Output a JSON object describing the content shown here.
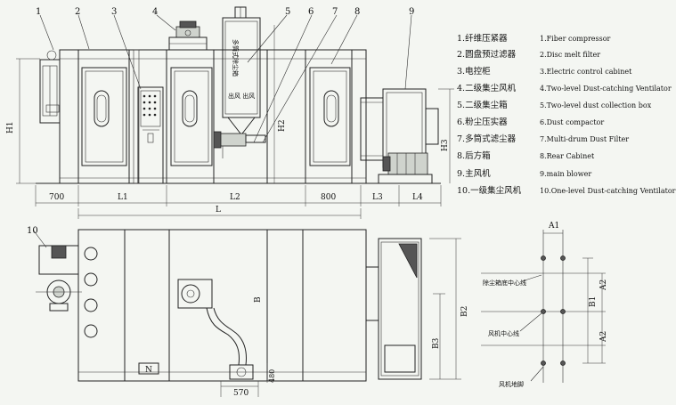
{
  "part_numbers": [
    "1",
    "2",
    "3",
    "4",
    "5",
    "6",
    "7",
    "8",
    "9",
    "10"
  ],
  "legend": [
    {
      "cn": "1.纤维压紧器",
      "en": "1.Fiber compressor"
    },
    {
      "cn": "2.圆盘预过滤器",
      "en": "2.Disc melt filter"
    },
    {
      "cn": "3.电控柜",
      "en": "3.Electric control cabinet"
    },
    {
      "cn": "4.二级集尘风机",
      "en": "4.Two-level Dust-catching Ventilator"
    },
    {
      "cn": "5.二级集尘箱",
      "en": "5.Two-level dust collection box"
    },
    {
      "cn": "6.粉尘压实器",
      "en": "6.Dust compactor"
    },
    {
      "cn": "7.多筒式滤尘器",
      "en": "7.Multi-drum Dust Filter"
    },
    {
      "cn": "8.后方箱",
      "en": "8.Rear Cabinet"
    },
    {
      "cn": "9.主风机",
      "en": "9.main blower"
    },
    {
      "cn": "10.一级集尘风机",
      "en": "10.One-level Dust-catching Ventilator"
    }
  ],
  "dimensions": {
    "h1": "H1",
    "h2": "H2",
    "h3": "H3",
    "w700": "700",
    "l1": "L1",
    "l2": "L2",
    "w800": "800",
    "l3": "L3",
    "l4": "L4",
    "l": "L",
    "b": "B",
    "b1": "B1",
    "b2": "B2",
    "b3": "B3",
    "a1": "A1",
    "a2": "A2",
    "w570": "570",
    "w480": "480"
  },
  "box_labels": {
    "v1": "多筒式除尘箱",
    "v2": "出风 出风"
  },
  "foundation_labels": {
    "dust_center": "除尘箱底中心线",
    "fan_center": "风机中心线",
    "fan_bolt": "风机地脚"
  },
  "small_label": "N"
}
